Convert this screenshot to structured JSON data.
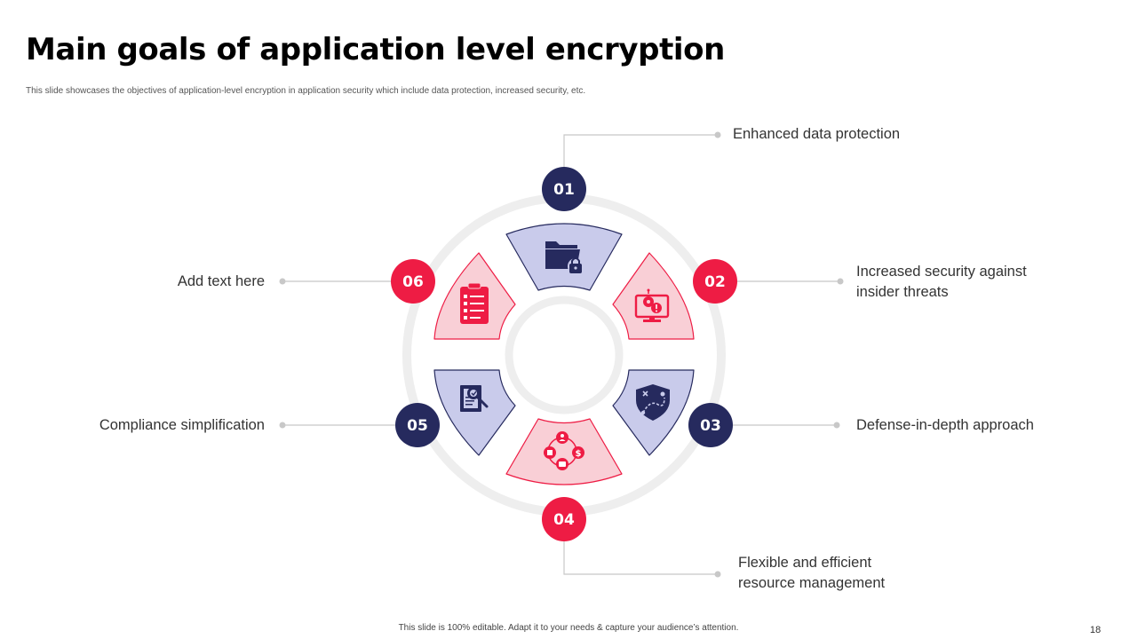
{
  "slide": {
    "title": "Main goals of application level encryption",
    "subtitle": "This slide showcases the objectives of application-level encryption in application security which include data protection, increased security, etc.",
    "footer": "This slide is 100% editable. Adapt it to your needs & capture your audience’s attention.",
    "page_number": "18"
  },
  "colors": {
    "navy": "#262a5e",
    "red": "#ee1c44",
    "lavender": "#c9cbeb",
    "pink": "#f9cfd6",
    "ring": "#eeeeee",
    "connector": "#c8c8c8"
  },
  "goals": [
    {
      "number": "01",
      "label": "Enhanced data protection",
      "icon": "folder-lock-icon",
      "theme": "navy"
    },
    {
      "number": "02",
      "label": "Increased security against insider threats",
      "icon": "monitor-virus-icon",
      "theme": "red"
    },
    {
      "number": "03",
      "label": "Defense-in-depth approach",
      "icon": "shield-strategy-icon",
      "theme": "navy"
    },
    {
      "number": "04",
      "label": "Flexible and efficient resource management",
      "icon": "resource-network-icon",
      "theme": "red"
    },
    {
      "number": "05",
      "label": "Compliance simplification",
      "icon": "document-search-icon",
      "theme": "navy"
    },
    {
      "number": "06",
      "label": "Add text here",
      "icon": "clipboard-checklist-icon",
      "theme": "red"
    }
  ]
}
